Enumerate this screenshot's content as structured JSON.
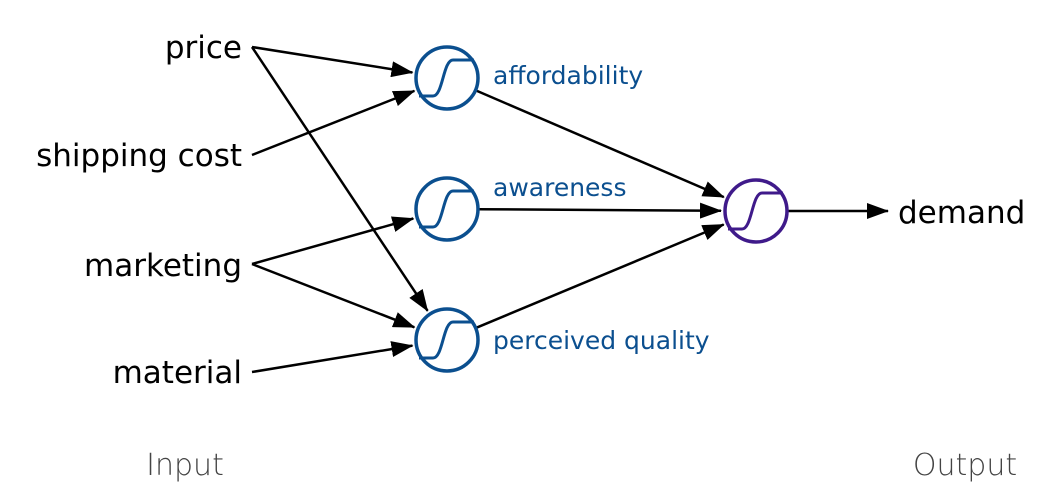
{
  "colors": {
    "hidden": "#0b4f8f",
    "output": "#3f1a8a",
    "edge": "#000000"
  },
  "inputs": [
    {
      "id": "price",
      "label": "price"
    },
    {
      "id": "shipping",
      "label": "shipping cost"
    },
    {
      "id": "marketing",
      "label": "marketing"
    },
    {
      "id": "material",
      "label": "material"
    }
  ],
  "hidden": [
    {
      "id": "affordability",
      "label": "affordability",
      "icon": "sigmoid-icon"
    },
    {
      "id": "awareness",
      "label": "awareness",
      "icon": "sigmoid-icon"
    },
    {
      "id": "quality",
      "label": "perceived quality",
      "icon": "sigmoid-icon"
    }
  ],
  "output": {
    "id": "demand",
    "label": "demand",
    "icon": "sigmoid-icon"
  },
  "edges": [
    [
      "price",
      "affordability"
    ],
    [
      "price",
      "quality"
    ],
    [
      "shipping",
      "affordability"
    ],
    [
      "marketing",
      "awareness"
    ],
    [
      "marketing",
      "quality"
    ],
    [
      "material",
      "quality"
    ],
    [
      "affordability",
      "out"
    ],
    [
      "awareness",
      "out"
    ],
    [
      "quality",
      "out"
    ],
    [
      "out",
      "demand"
    ]
  ],
  "footer": {
    "input_label": "Input",
    "output_label": "Output"
  }
}
